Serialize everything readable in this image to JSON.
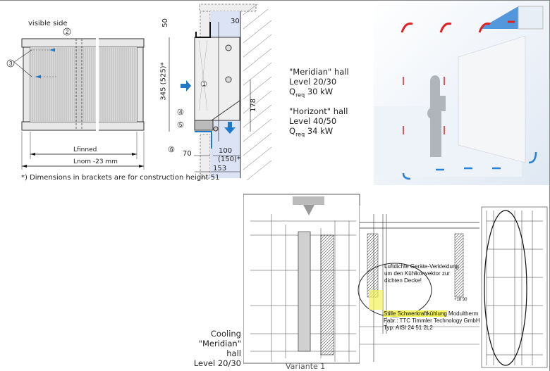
{
  "convector_drawing": {
    "visible_side": "visible side",
    "callouts": [
      "1",
      "2",
      "3",
      "4",
      "5",
      "6"
    ],
    "dim_l_finned": "Lfinned",
    "dim_l_nom": "Lnom -23 mm",
    "dim_50": "50",
    "dim_30": "30",
    "dim_345": "345 (525)*",
    "dim_178": "178",
    "dim_100": "100",
    "dim_150": "(150)*",
    "dim_70": "70",
    "dim_153": "153",
    "footnote": "*) Dimensions in brackets are for construction height 51"
  },
  "halls": [
    {
      "name": "\"Meridian\" hall",
      "level": "Level 20/30",
      "q_label": "Q",
      "q_sub": "req",
      "q_value": " 30 kW"
    },
    {
      "name": "\"Horizont\" hall",
      "level": "Level 40/50",
      "q_label": "Q",
      "q_sub": "req",
      "q_value": " 34 kW"
    }
  ],
  "cooling_caption": {
    "line1": "Cooling",
    "line2": "\"Meridian\" hall",
    "line3": "Level 20/30"
  },
  "plan_notes": {
    "note1": "Luftdichte Geräte-Verkleidung",
    "note2": "um den Kühlkonvektor zur",
    "note3": "dichten Decke!",
    "product1_hl": "Stille Schwerkraftkühlung",
    "product1_rest": " Modultherm",
    "product2": "Fabr.: TTC Timmler Technology GmbH",
    "product3": "Typ: AISI 24 51 2L2",
    "level_mark": "+18 90"
  },
  "variant_label": "Variante 1",
  "colors": {
    "accent_blue": "#1f78c8",
    "air_blue": "#dbe3f4",
    "red_arrow": "#e02020",
    "highlight": "#f2f25a"
  }
}
